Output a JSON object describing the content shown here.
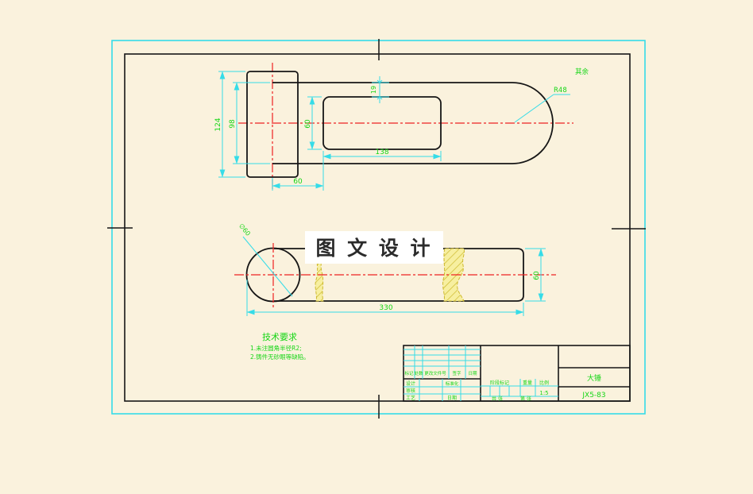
{
  "frame": {
    "surplus_note": "其余"
  },
  "top_view": {
    "dim_124": "124",
    "dim_98": "98",
    "dim_19": "19",
    "dim_60_slot": "60",
    "dim_138": "138",
    "dim_60_offset": "60",
    "dim_r48": "R48"
  },
  "bottom_view": {
    "dim_dia": "∅60",
    "dim_330": "330",
    "dim_60": "60"
  },
  "watermark": {
    "text": "图 文 设 计"
  },
  "tech_requirements": {
    "title": "技术要求",
    "item1": "1.未注圆角半径R2;",
    "item2": "2.铸件无砂眼等缺陷。"
  },
  "title_block": {
    "part_name": "大锤",
    "drawing_no": "JX5-83",
    "scale_value": "1:5",
    "rev_headers": {
      "mark": "标记",
      "count": "处数",
      "doc": "更改文件号",
      "sign": "签字",
      "date": "日期"
    },
    "labels": {
      "design": "设计",
      "check": "审核",
      "process": "工艺",
      "standardization": "标准化",
      "date2": "日期",
      "stage": "阶段标记",
      "weight": "重量",
      "scale": "比例",
      "sheets_total": "共 张",
      "sheet_no": "第 张"
    }
  },
  "colors": {
    "background": "#faf2dd",
    "part_line": "#161616",
    "dimension": "#35dce8",
    "dim_text": "#15d615",
    "centerline": "#ee2222",
    "break_hatch": "#cdb92e"
  }
}
